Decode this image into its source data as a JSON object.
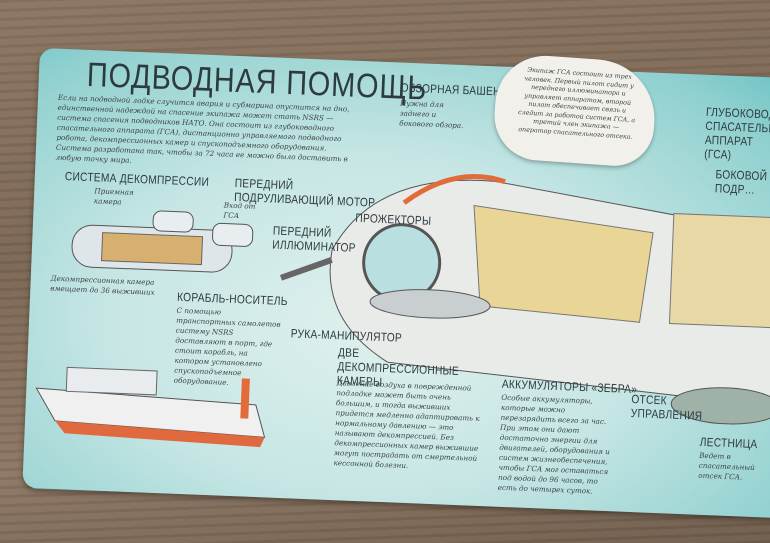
{
  "title": "ПОДВОДНАЯ ПОМОЩЬ",
  "intro": "Если на подводной лодке случится авария и субмарина опустится на дно, единственной надеждой на спасение экипажа может стать NSRS — система спасения подводников НАТО. Она состоит из глубоководного спасательного аппарата (ГСА), дистанционно управляемого подводного робота, декомпрессионных камер и спускоподъемного оборудования. Система разработана так, чтобы за 72 часа ее можно было доставить в любую точку мира.",
  "labels": {
    "decomp_system": "Система декомпрессии",
    "transfer_chamber": "Приемная камера",
    "entry": "Вход от ГСА",
    "decomp_chamber_note": "Декомпрессионная камера вмещает до 36 выживших",
    "ship": "Корабль-носитель",
    "ship_text": "С помощью транспортных самолетов систему NSRS доставляют в порт, где стоит корабль, на котором установлено спускоподъемное оборудование.",
    "front_motor": "Передний подруливающий мотор",
    "front_illum": "Передний иллюминатор",
    "lights": "Прожекторы",
    "arm": "Рука-манипулятор",
    "tower": "Обзорная башенка",
    "tower_text": "Нужна для заднего и бокового обзора.",
    "crew_text": "Экипаж ГСА состоит из трех человек. Первый пилот сидит у переднего иллюминатора и управляет аппаратом, второй пилот обеспечивает связь и следит за работой систем ГСА, а третий член экипажа — оператор спасательного отсека.",
    "gsa": "Глубоководный спасательный аппарат (ГСА)",
    "side": "Боковой подр…",
    "two_chambers": "Две декомпрессионные камеры",
    "two_chambers_text": "Давление воздуха в поврежденной подлодке может быть очень большим, и тогда выживших придется медленно адаптировать к нормальному давлению — это называют декомпрессией. Без декомпрессионных камер выжившие могут пострадать от смертельной кессонной болезни.",
    "batteries": "Аккумуляторы «Зебра»",
    "batteries_text": "Особые аккумуляторы, которые можно перезарядить всего за час. При этом они дают достаточно энергии для двигателей, оборудования и систем жизнеобеспечения, чтобы ГСА мог оставаться под водой до 96 часов, то есть до четырех суток.",
    "control": "Отсек управления",
    "ladder": "Лестница",
    "ladder_text": "Ведет в спасательный отсек ГСА."
  }
}
